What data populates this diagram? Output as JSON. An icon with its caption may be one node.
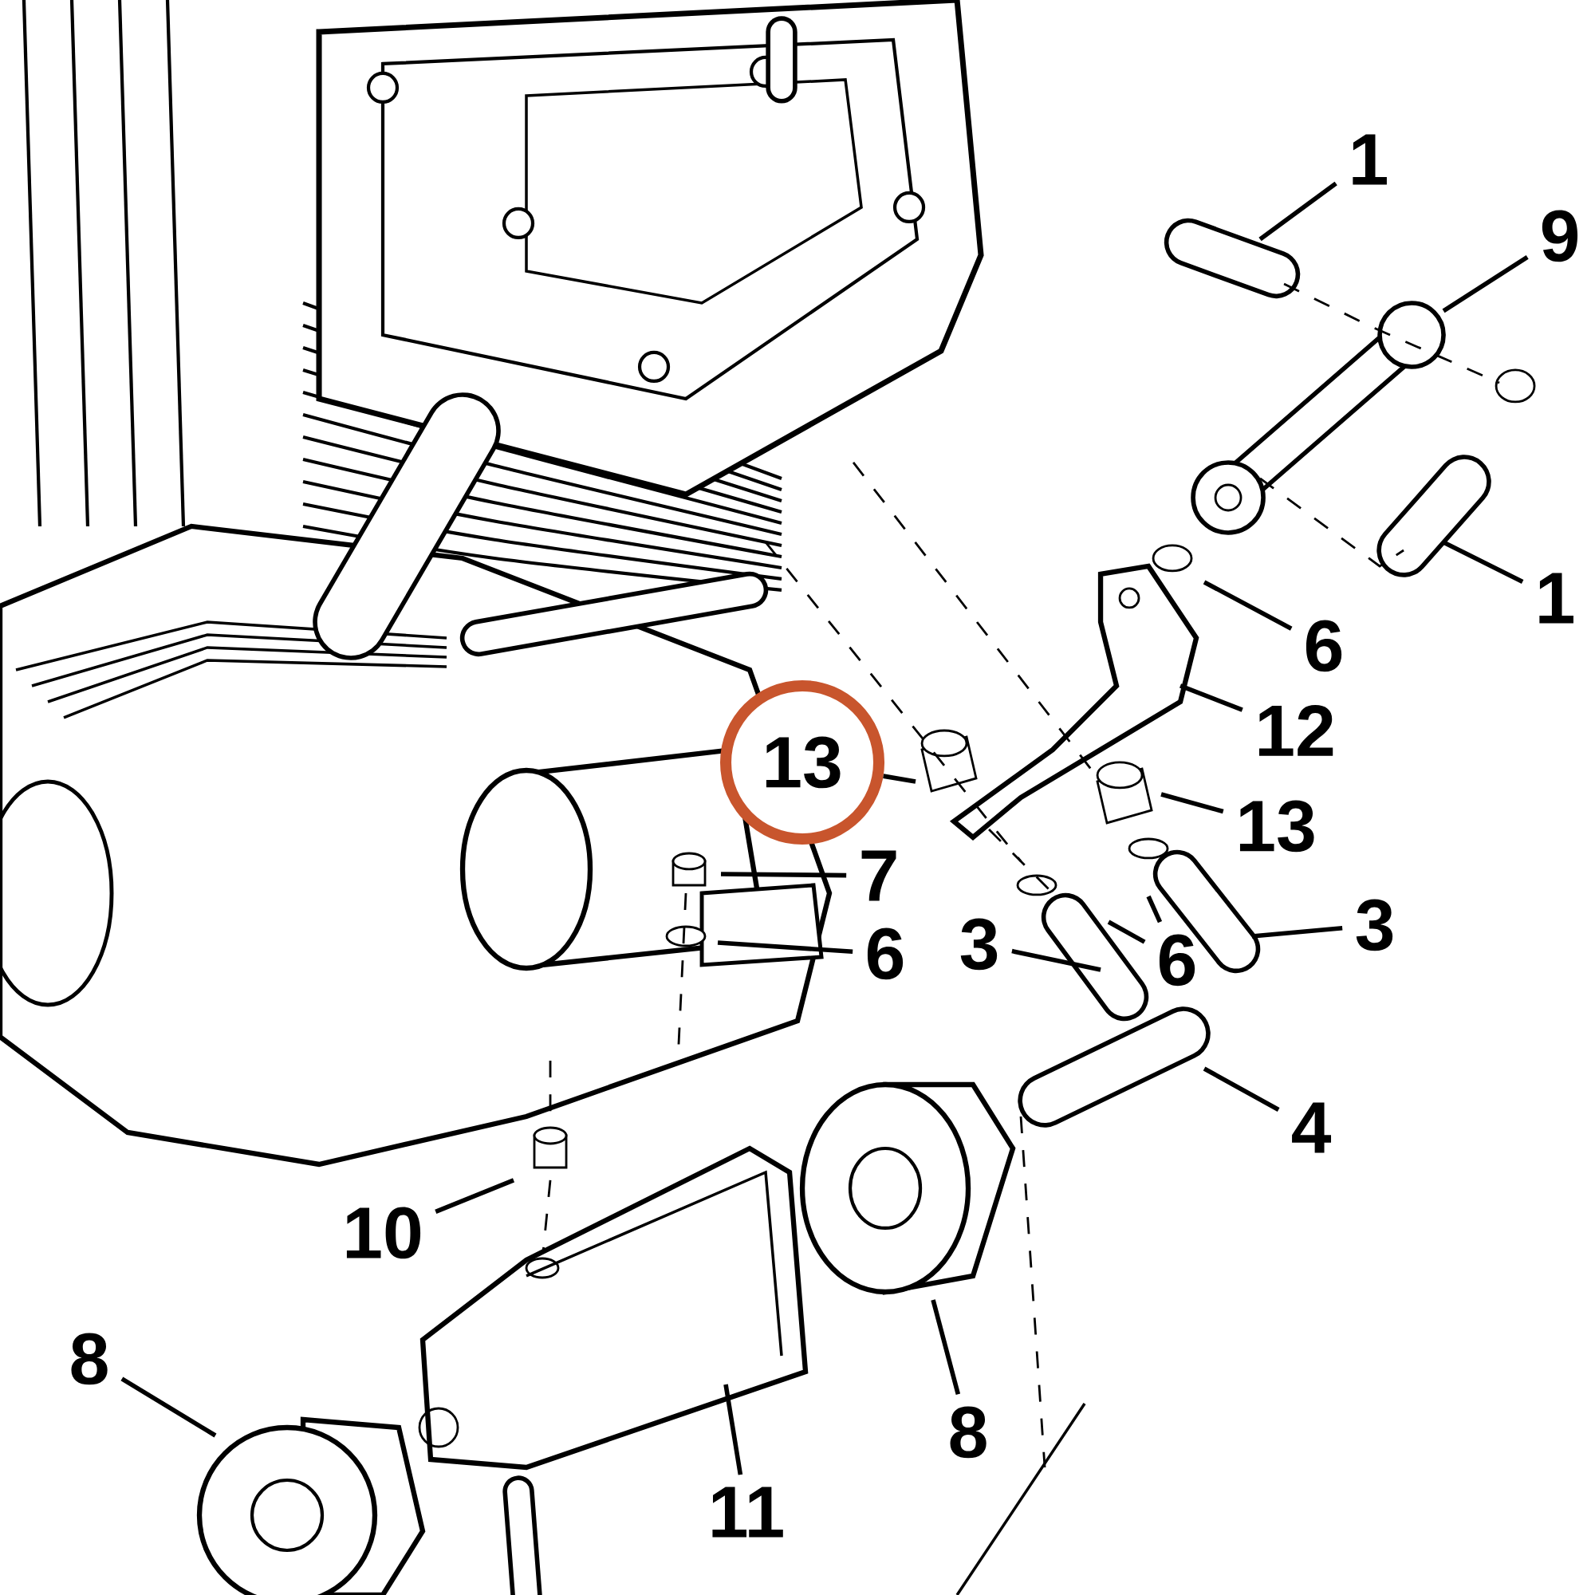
{
  "diagram": {
    "nodes": [
      {
        "text": [
          "1"
        ]
      },
      {
        "text": [
          "9"
        ]
      },
      {
        "text": [
          "1"
        ]
      },
      {
        "text": [
          "6"
        ]
      },
      {
        "text": [
          "12"
        ]
      },
      {
        "text": [
          "13"
        ]
      },
      {
        "text": [
          "13"
        ]
      },
      {
        "text": [
          "7"
        ]
      },
      {
        "text": [
          "3"
        ]
      },
      {
        "text": [
          "3"
        ]
      },
      {
        "text": [
          "6"
        ]
      },
      {
        "text": [
          "6"
        ]
      },
      {
        "text": [
          "4"
        ]
      },
      {
        "text": [
          "10"
        ]
      },
      {
        "text": [
          "8"
        ]
      },
      {
        "text": [
          "8"
        ]
      },
      {
        "text": [
          "11"
        ]
      }
    ],
    "edges": [
      {
        "from": 0,
        "to": null,
        "arrow": "none"
      },
      {
        "from": 1,
        "to": null,
        "arrow": "none"
      },
      {
        "from": 2,
        "to": null,
        "arrow": "none"
      },
      {
        "from": 3,
        "to": null,
        "arrow": "none"
      },
      {
        "from": 4,
        "to": null,
        "arrow": "none"
      },
      {
        "from": 5,
        "to": null,
        "arrow": "none"
      },
      {
        "from": 6,
        "to": null,
        "arrow": "none"
      },
      {
        "from": 7,
        "to": null,
        "arrow": "none"
      },
      {
        "from": 8,
        "to": null,
        "arrow": "none"
      },
      {
        "from": 9,
        "to": null,
        "arrow": "none"
      },
      {
        "from": 10,
        "to": null,
        "arrow": "none"
      },
      {
        "from": 11,
        "to": null,
        "arrow": "none"
      },
      {
        "from": 11,
        "to": null,
        "arrow": "none"
      },
      {
        "from": 12,
        "to": null,
        "arrow": "none"
      },
      {
        "from": 13,
        "to": null,
        "arrow": "none"
      },
      {
        "from": 14,
        "to": null,
        "arrow": "none"
      },
      {
        "from": 15,
        "to": null,
        "arrow": "none"
      },
      {
        "from": 16,
        "to": null,
        "arrow": "none"
      }
    ]
  }
}
